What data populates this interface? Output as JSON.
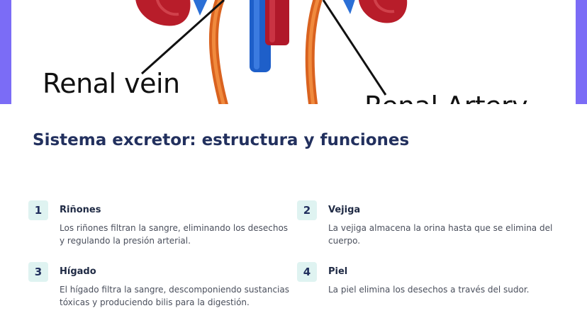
{
  "hero": {
    "label_renal_vein": "Renal vein",
    "label_renal_artery": "Renal Artery",
    "accent_color": "#7b6cf6"
  },
  "main": {
    "title": "Sistema excretor: estructura y funciones",
    "items": [
      {
        "number": "1",
        "title": "Riñones",
        "description": "Los riñones filtran la sangre, eliminando los desechos y regulando la presión arterial."
      },
      {
        "number": "2",
        "title": "Vejiga",
        "description": "La vejiga almacena la orina hasta que se elimina del cuerpo."
      },
      {
        "number": "3",
        "title": "Hígado",
        "description": "El hígado filtra la sangre, descomponiendo sustancias tóxicas y produciendo bilis para la digestión."
      },
      {
        "number": "4",
        "title": "Piel",
        "description": "La piel elimina los desechos a través del sudor."
      }
    ]
  },
  "colors": {
    "title": "#22305e",
    "badge_bg": "#dff3f1",
    "body_text": "#4a4f5c"
  }
}
